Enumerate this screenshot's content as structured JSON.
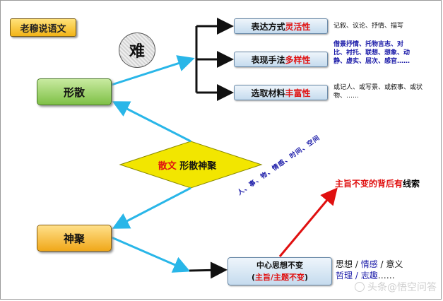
{
  "badge": "老穆说语文",
  "difficulty_char": "难",
  "node_form": "形散",
  "node_spirit": "神聚",
  "diamond": {
    "highlight": "散文",
    "rest": " 形散神聚"
  },
  "branches": [
    {
      "label_black": "表达方式",
      "label_red": "灵活性",
      "desc": "记叙、议论、抒情、描写",
      "desc_color": "black"
    },
    {
      "label_black": "表现手法",
      "label_red": "多样性",
      "desc": "借景抒情、托物言志、对比、衬托、联想、想象、动静、虚实、层次、感官……",
      "desc_color": "blue"
    },
    {
      "label_black": "选取材料",
      "label_red": "丰富性",
      "desc": "或记人、或写景、或叙事、或状物、……",
      "desc_color": "black"
    }
  ],
  "center": {
    "line1": "中心思想不变",
    "open": "(",
    "red": "主旨/主题不变",
    "close": ")"
  },
  "motif": {
    "red": "主旨不变的背后有",
    "black": "线索"
  },
  "elements_text": "人、事、物、情感、时间、空间",
  "meaning": {
    "l1a": "思想 / ",
    "l1b": "情感",
    "l1c": " / 意义",
    "l2a": "哲理 / ",
    "l2b": "志趣",
    "l2c": "……"
  },
  "watermark": "头条@悟空问答",
  "colors": {
    "arrow_cyan": "#29b6e8",
    "arrow_red": "#e01010",
    "arrow_black": "#111111",
    "diamond": "#f2e600",
    "accent_red": "#e01010"
  }
}
